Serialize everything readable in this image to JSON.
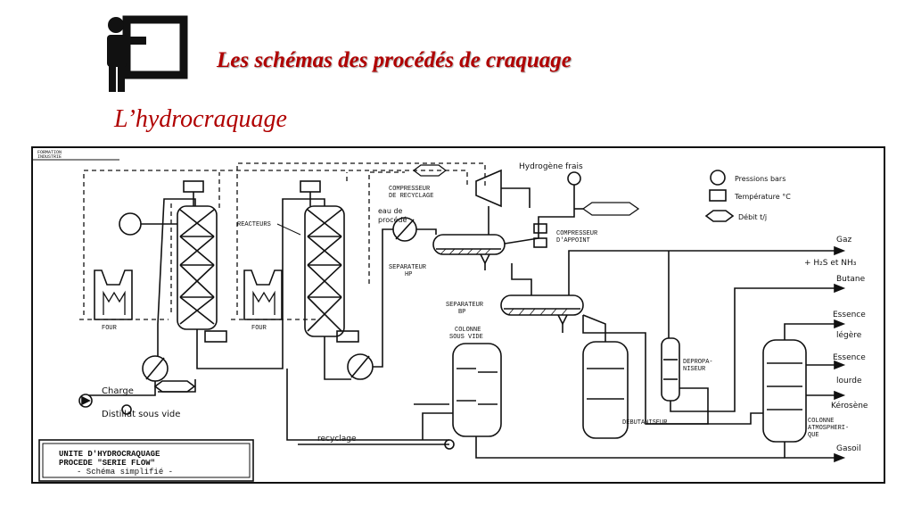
{
  "header": {
    "title": "Les schémas des  procédés de craquage",
    "subtitle": "L’hydrocraquage"
  },
  "icons": {
    "presenter": "presenter-board-icon"
  },
  "colors": {
    "title": "#b00000",
    "ink": "#111111"
  },
  "diagram": {
    "corner_label": [
      "FORMATION",
      "INDUSTRIE"
    ],
    "legend": {
      "pressure": "Pressions bars",
      "temperature": "Température °C",
      "flow": "Débit t/j"
    },
    "labels": {
      "hydrogen": "Hydrogène frais",
      "recycle_compressor": [
        "COMPRESSEUR",
        "DE RECYCLAGE"
      ],
      "makeup_compressor": [
        "COMPRESSEUR",
        "D'APPOINT"
      ],
      "reactors": "REACTEURS",
      "process_water": [
        "eau de",
        "procédé"
      ],
      "hp_separator": [
        "SEPARATEUR",
        "HP"
      ],
      "bp_separator": [
        "SEPARATEUR",
        "BP"
      ],
      "furnace_1": "FOUR",
      "furnace_2": "FOUR",
      "vacuum_column": [
        "COLONNE",
        "SOUS VIDE"
      ],
      "debutanizer": "DEBUTANISEUR",
      "depropanizer": [
        "DEPROPA-",
        "NISEUR"
      ],
      "atm_column": [
        "COLONNE",
        "ATMOSPHERI-",
        "QUE"
      ],
      "charge": "Charge",
      "feed": "Distillat sous vide",
      "recycle": "recyclage"
    },
    "outputs": {
      "gas": "Gaz",
      "gas_sub": "+ H₂S et NH₃",
      "butane": "Butane",
      "light_gasoline": [
        "Essence",
        "légère"
      ],
      "heavy_gasoline": [
        "Essence",
        "lourde"
      ],
      "kerosene": "Kérosène",
      "gasoil": "Gasoil"
    },
    "title_block": [
      "UNITE D'HYDROCRAQUAGE",
      "PROCEDE \"SERIE FLOW\"",
      "- Schéma simplifié -"
    ]
  }
}
